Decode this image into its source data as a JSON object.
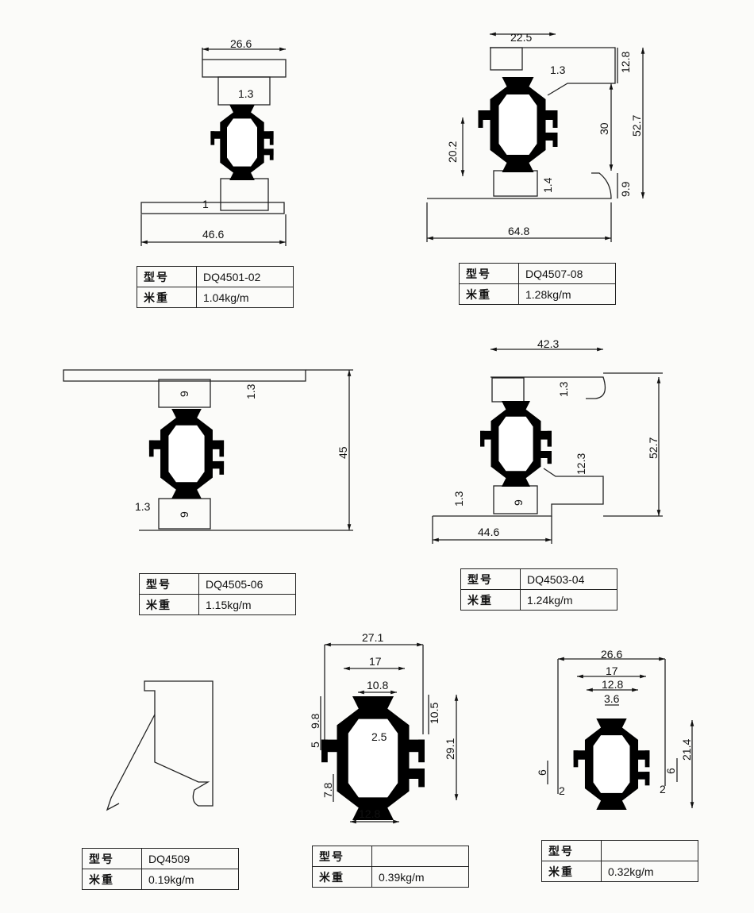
{
  "labels": {
    "model": "型号",
    "weight": "米重"
  },
  "panels": [
    {
      "model": "DQ4501-02",
      "weight": "1.04kg/m",
      "dims": [
        "26.6",
        "1.3",
        "1",
        "46.6"
      ]
    },
    {
      "model": "DQ4507-08",
      "weight": "1.28kg/m",
      "dims": [
        "22.5",
        "1.3",
        "12.8",
        "52.7",
        "30",
        "20.2",
        "1.4",
        "9.9",
        "64.8"
      ]
    },
    {
      "model": "DQ4505-06",
      "weight": "1.15kg/m",
      "dims": [
        "9",
        "1.3",
        "45",
        "1.3",
        "9"
      ]
    },
    {
      "model": "DQ4503-04",
      "weight": "1.24kg/m",
      "dims": [
        "42.3",
        "1.3",
        "52.7",
        "12.3",
        "1.3",
        "9",
        "44.6"
      ]
    },
    {
      "model": "DQ4509",
      "weight": "0.19kg/m",
      "dims": []
    },
    {
      "model": "",
      "weight": "0.39kg/m",
      "dims": [
        "27.1",
        "17",
        "10.8",
        "9.8",
        "10.5",
        "5",
        "2.5",
        "29.1",
        "7.8",
        "12.8"
      ]
    },
    {
      "model": "",
      "weight": "0.32kg/m",
      "dims": [
        "26.6",
        "17",
        "12.8",
        "3.6",
        "21.4",
        "6",
        "6",
        "2",
        "2"
      ]
    }
  ]
}
